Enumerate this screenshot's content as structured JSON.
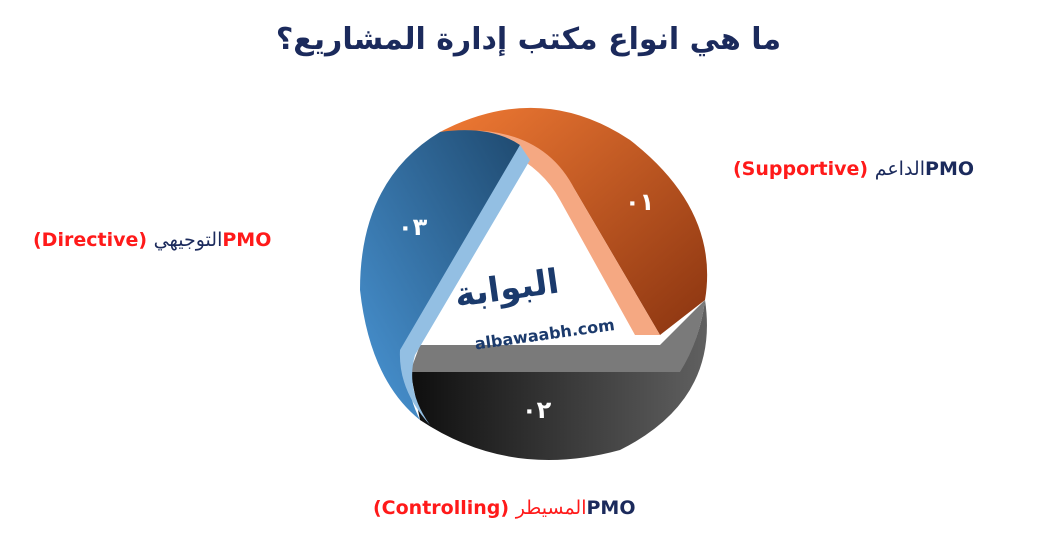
{
  "title": "ما هي انواع مكتب إدارة المشاريع؟",
  "segments": [
    {
      "number": "٠١",
      "pmo": "PMO",
      "arabic": "الداعم",
      "english": "(Supportive)",
      "color": "#e0682a"
    },
    {
      "number": "٠٢",
      "pmo": "PMO",
      "arabic": "المسيطر",
      "english": "(Controlling)",
      "color": "#2b2b2b"
    },
    {
      "number": "٠٣",
      "pmo": "PMO",
      "arabic": "التوجيهي",
      "english": "(Directive)",
      "color": "#2f6b9e"
    }
  ],
  "logo": {
    "arabic": "البوابة",
    "latin": "albawaabh.com"
  },
  "colors": {
    "title": "#1b2a5c",
    "accent_red": "#ff1a1a"
  }
}
